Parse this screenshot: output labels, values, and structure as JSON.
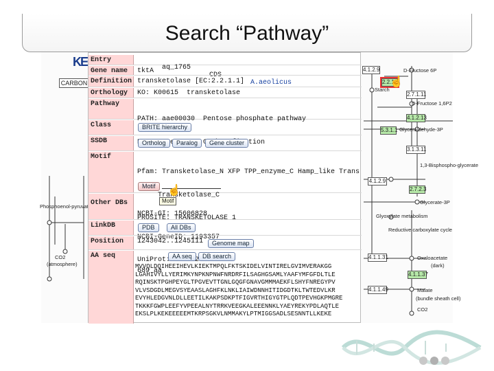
{
  "slide": {
    "title": "Search “Pathway”"
  },
  "pathway_map": {
    "logo": "KEG",
    "map_label": "CARBON",
    "ec_numbers": [
      "4.1.2.9",
      "2.2.1.1",
      "5.3.1.1",
      "4.1.2.13",
      "2.7.1.11",
      "3.1.3.11",
      "2.7.2.3",
      "4.1.2.9",
      "4.1.1.31",
      "4.1.1.49",
      "4.1.1.37"
    ],
    "compounds": [
      "D-Fructose 6P",
      "D-Fructose 1,6P2",
      "Starch",
      "Glyceraldehyde-3P",
      "1,3-Bisphospho-glycerate",
      "Glycerate-3P",
      "Glyoxylate metabolism",
      "Reductive carboxylate cycle",
      "Oxaloacetate",
      "Malate",
      "CO2",
      "Phosphoenol-pyruvate",
      "CO2"
    ],
    "compound_notes": [
      "(dark)",
      "(bundle sheath cell)",
      "(atmosphere)"
    ]
  },
  "entry": {
    "labels": {
      "entry": "Entry",
      "gene_name": "Gene name",
      "definition": "Definition",
      "orthology": "Orthology",
      "pathway": "Pathway",
      "class": "Class",
      "ssdb": "SSDB",
      "motif": "Motif",
      "other_dbs": "Other DBs",
      "linkdb": "LinkDB",
      "position": "Position",
      "aa_seq": "AA seq"
    },
    "entry_id": "aq_1765",
    "entry_type": "CDS",
    "organism": "A.aeolicus",
    "gene_name": "tktA",
    "definition": "transketolase [EC:2.2.1.1]",
    "orthology": "KO: K00615  transketolase",
    "pathways": [
      "PATH: aae00030  Pentose phosphate pathway",
      "PATH: aae00710  Carbon fixation"
    ],
    "class_button": "BRITE hierarchy",
    "ssdb_buttons": [
      "Ortholog",
      "Paralog",
      "Gene cluster"
    ],
    "motif_lines": [
      "Pfam: Transketolase_N XFP TPP_enzyme_C Hamp_like Trans",
      "     Transketolase_C",
      "PROSITE: TRANSKETOLASE_1"
    ],
    "motif_button": "Motif",
    "other_db_lines": [
      "NCBI-GI: 15606828",
      "NCBI-GeneID: 1193357",
      "UniProt: O67642"
    ],
    "linkdb_buttons": [
      "PDB",
      "All DBs"
    ],
    "position": "1243042..1245111",
    "genome_map_button": "Genome map",
    "aa_length": "689 aa",
    "aa_buttons": [
      "AA seq",
      "DB search"
    ],
    "sequence": [
      "MVVQLDQIHEEIHEVLKIEKTMPQLFKTSKIDELVINTIRELGVIMVERAKGG",
      "LGAHIVYLLYERIMKYNPKNPNWFNRDRFILSAGHGSAMLYAAFYMFGFDLTLE",
      "RQINSKTPGHPEYGLTPGVEVTTGNLGQGFGNAVGMMMAEKFLSHYFNREGYPV",
      "VLVSDGDLMEGVSYEAASLAGHFKLNKLIAIWDNNHITIDGDTKLTWTEDVLKR",
      "EVYHLEDGVNLDLLEETILKAKPSDKPTFIGVRTHIGYGTPLQDTPEVHGKPMGRE",
      "TKKKFGWPLEEFYVPEEALNYTRRKVEEGKALEEENNKLYAEYREKYPDLAQTLE",
      "EKSLPLKEKEEEEEMTKRPSGKVLNMMAKYLPTMIGGSADLSESNNTLLKEKE"
    ]
  },
  "tooltip": {
    "text": "Motif"
  }
}
